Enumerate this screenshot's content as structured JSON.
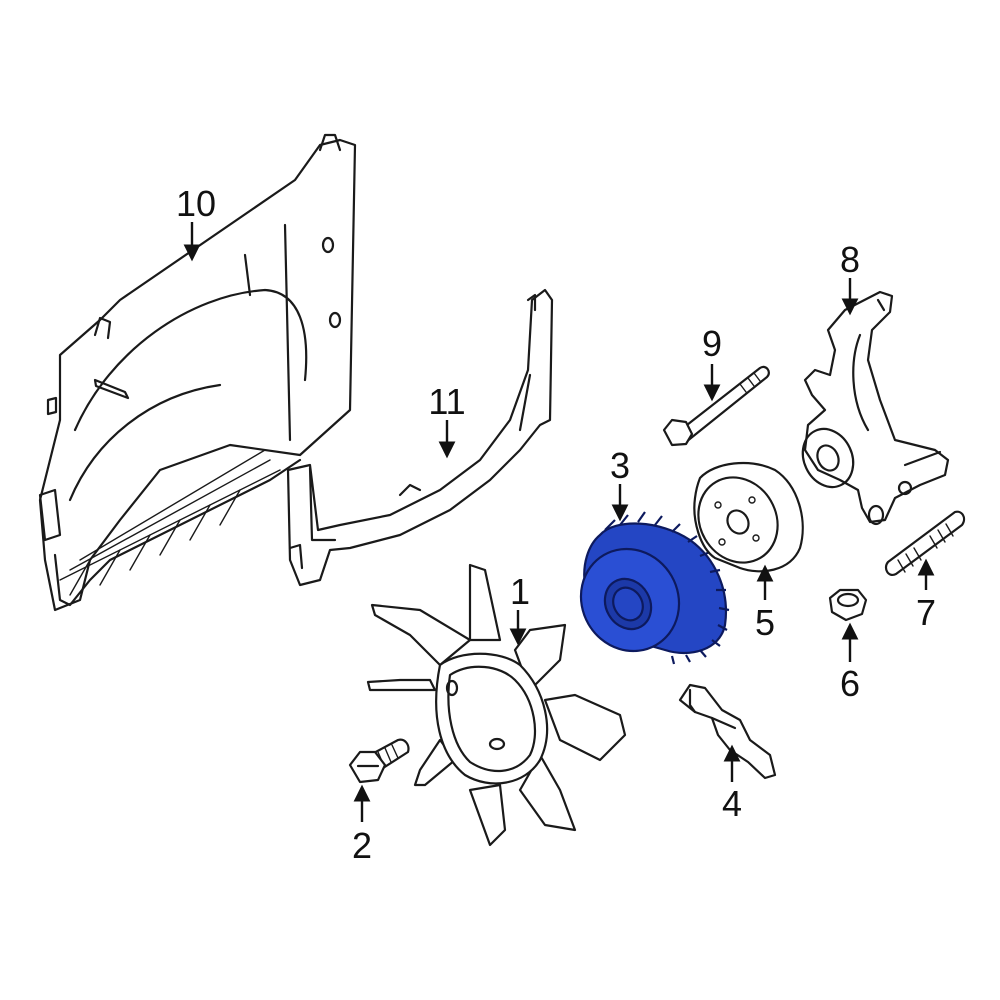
{
  "diagram": {
    "highlight_color": "#2446c4",
    "line_color": "#1a1a1a",
    "background": "#ffffff",
    "highlighted_part": "3",
    "callouts": {
      "c1": "1",
      "c2": "2",
      "c3": "3",
      "c4": "4",
      "c5": "5",
      "c6": "6",
      "c7": "7",
      "c8": "8",
      "c9": "9",
      "c10": "10",
      "c11": "11"
    }
  }
}
